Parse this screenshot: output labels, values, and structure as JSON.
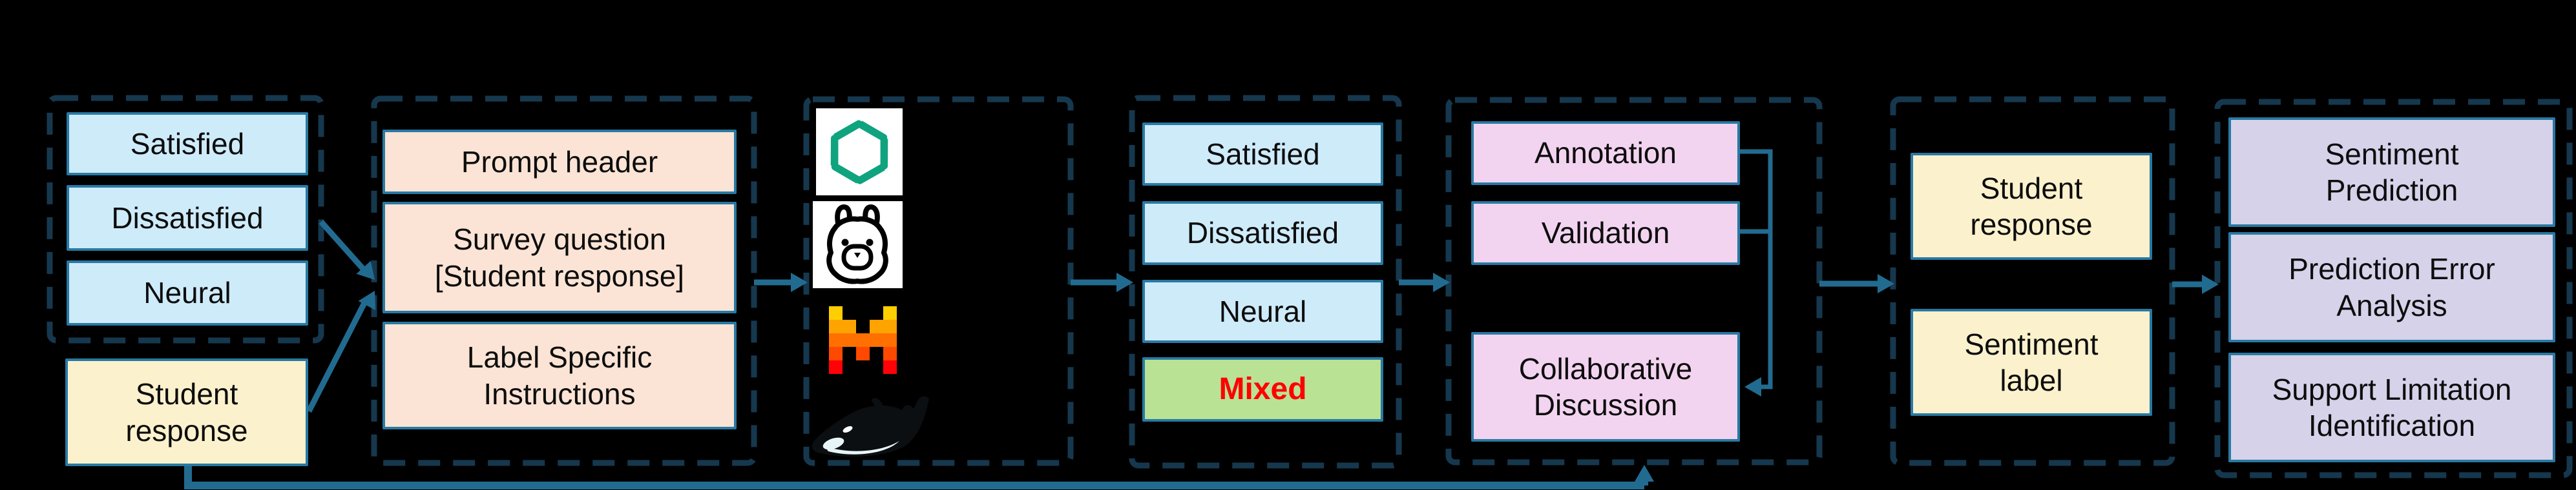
{
  "colors": {
    "background": "#000000",
    "dashed_border": "#16384E",
    "connector": "#226B90",
    "box_border": "#2979A3",
    "fill_blue": "#CEEBFA",
    "fill_yellow": "#FBF2CD",
    "fill_peach": "#FBE4D5",
    "fill_green": "#B9E295",
    "fill_pink": "#F2D4F0",
    "fill_lavender": "#D5D2EA",
    "mixed_text_red": "#FF0000",
    "openai_green": "#10A37F"
  },
  "sentiment_options": {
    "satisfied": "Satisfied",
    "dissatisfied": "Dissatisfied",
    "neural": "Neural"
  },
  "student_response": {
    "line1": "Student",
    "line2": "response"
  },
  "prompt": {
    "header": "Prompt header",
    "survey_line1": "Survey question",
    "survey_line2": "[Student response]",
    "instructions_line1": "Label Specific",
    "instructions_line2": "Instructions"
  },
  "models": {
    "openai": "openai-gpt-logo",
    "llama": "llama-logo",
    "mistral": "mistral-logo",
    "orca": "orca-logo"
  },
  "llm_output": {
    "satisfied": "Satisfied",
    "dissatisfied": "Dissatisfied",
    "neural": "Neural",
    "mixed": "Mixed"
  },
  "human_review": {
    "annotation": "Annotation",
    "validation": "Validation",
    "collaborative_line1": "Collaborative",
    "collaborative_line2": "Discussion"
  },
  "labeled_data": {
    "student_line1": "Student",
    "student_line2": "response",
    "sentiment_line1": "Sentiment",
    "sentiment_line2": "label"
  },
  "analysis": {
    "sentiment_line1": "Sentiment",
    "sentiment_line2": "Prediction",
    "error_line1": "Prediction Error",
    "error_line2": "Analysis",
    "support_line1": "Support Limitation",
    "support_line2": "Identification"
  }
}
